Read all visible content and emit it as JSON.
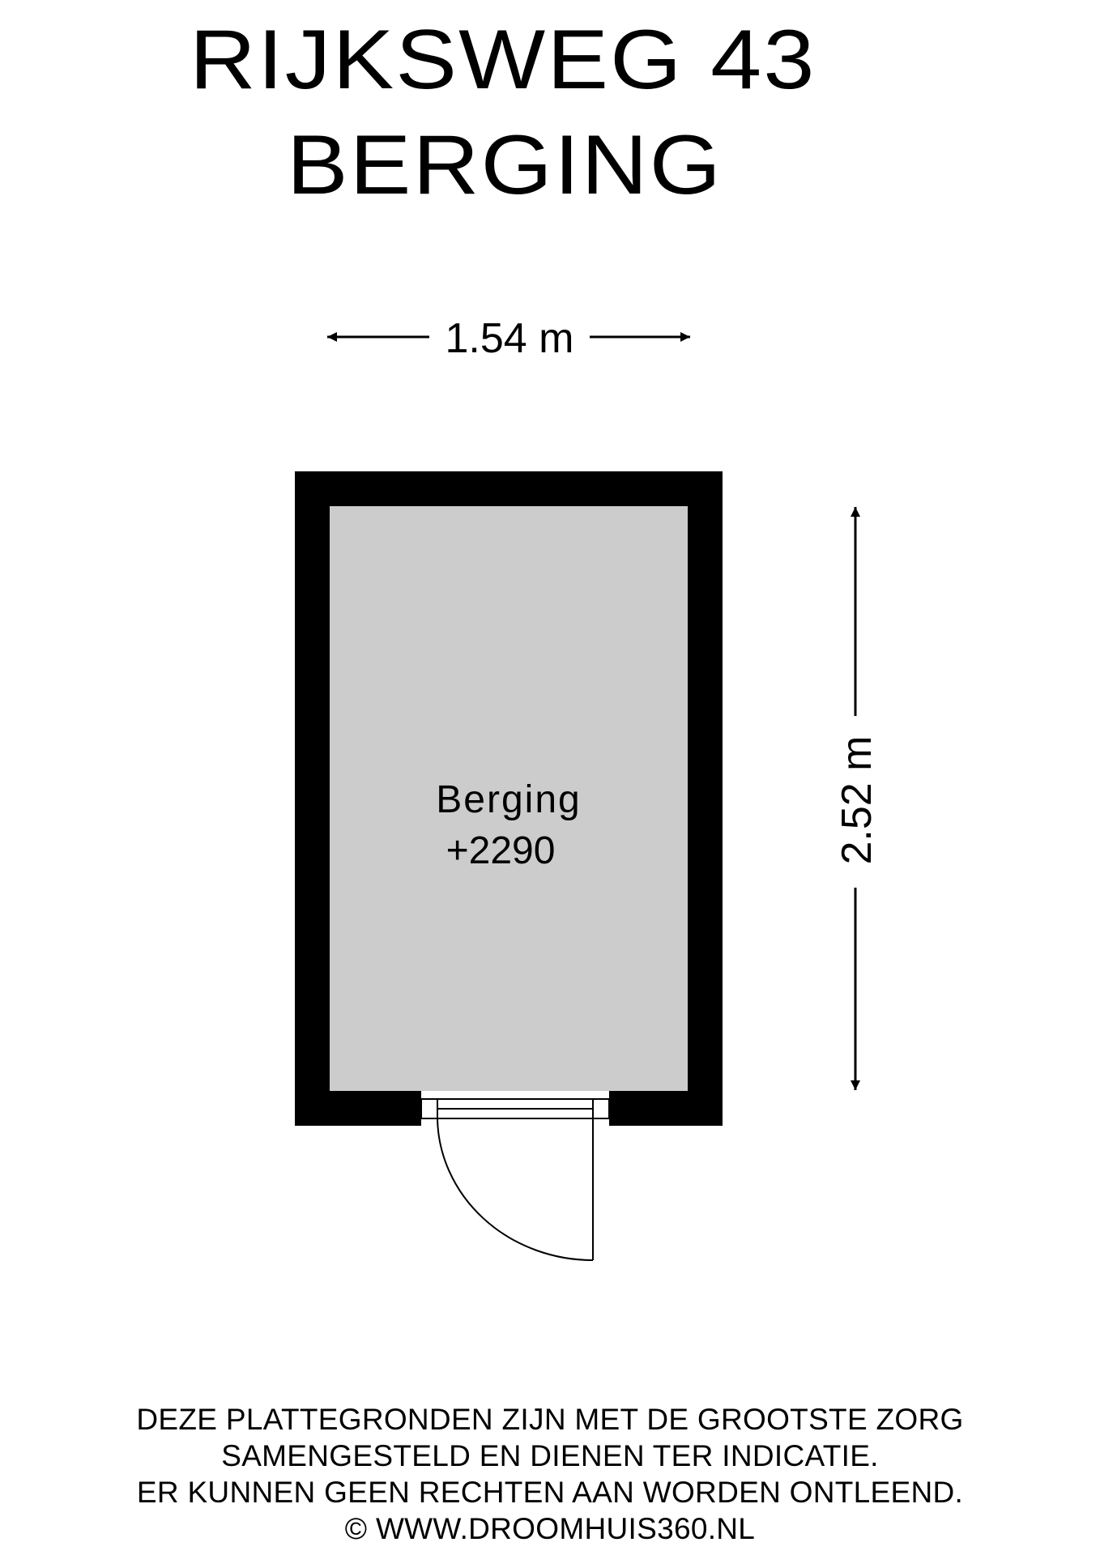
{
  "title": {
    "line1": "RIJKSWEG 43",
    "line2": "BERGING"
  },
  "dimensions": {
    "width": "1.54 m",
    "height": "2.52 m"
  },
  "room": {
    "name": "Berging",
    "level": "+2290",
    "colors": {
      "floor": "#cccccc",
      "wall": "#000000"
    }
  },
  "disclaimer": {
    "line1": "DEZE PLATTEGRONDEN ZIJN MET DE GROOTSTE ZORG",
    "line2": "SAMENGESTELD EN DIENEN TER INDICATIE.",
    "line3": "ER KUNNEN GEEN RECHTEN AAN WORDEN ONTLEEND.",
    "line4": "© WWW.DROOMHUIS360.NL"
  }
}
